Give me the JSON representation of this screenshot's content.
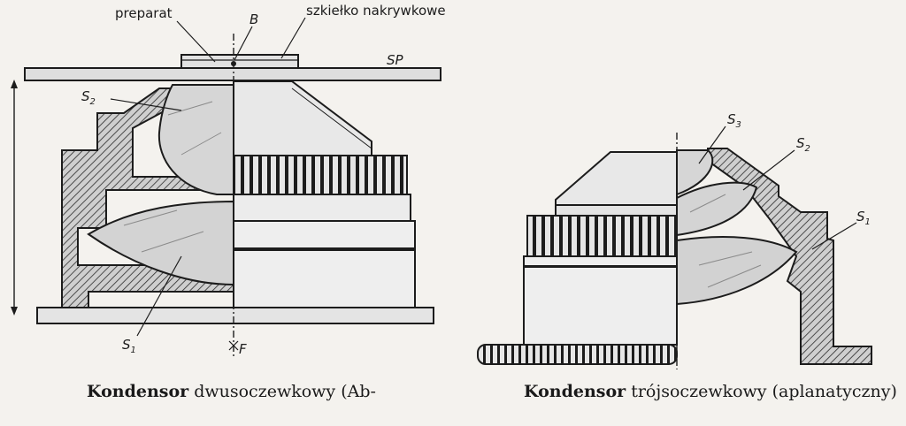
{
  "labels": {
    "preparat": "preparat",
    "b": "B",
    "szkielko": "szkiełko nakrywkowe",
    "sp": "SP",
    "s1_left": "S",
    "s1_left_sub": "1",
    "s2_left": "S",
    "s2_left_sub": "2",
    "f": "F",
    "s3": "S",
    "s3_sub": "3",
    "s2_right": "S",
    "s2_right_sub": "2",
    "s1_right": "S",
    "s1_right_sub": "1"
  },
  "captions": {
    "left_bold": "Kondensor",
    "left_rest": " dwusoczewkowy (Ab-",
    "right_bold": "Kondensor",
    "right_rest": " trójsoczewkowy (aplanatyczny)"
  },
  "colors": {
    "paper": "#f4f2ee",
    "ink": "#1c1c1c",
    "hatch": "#2a2a2a",
    "glass": "#d9d9d9",
    "shade": "#b9b9b9"
  }
}
